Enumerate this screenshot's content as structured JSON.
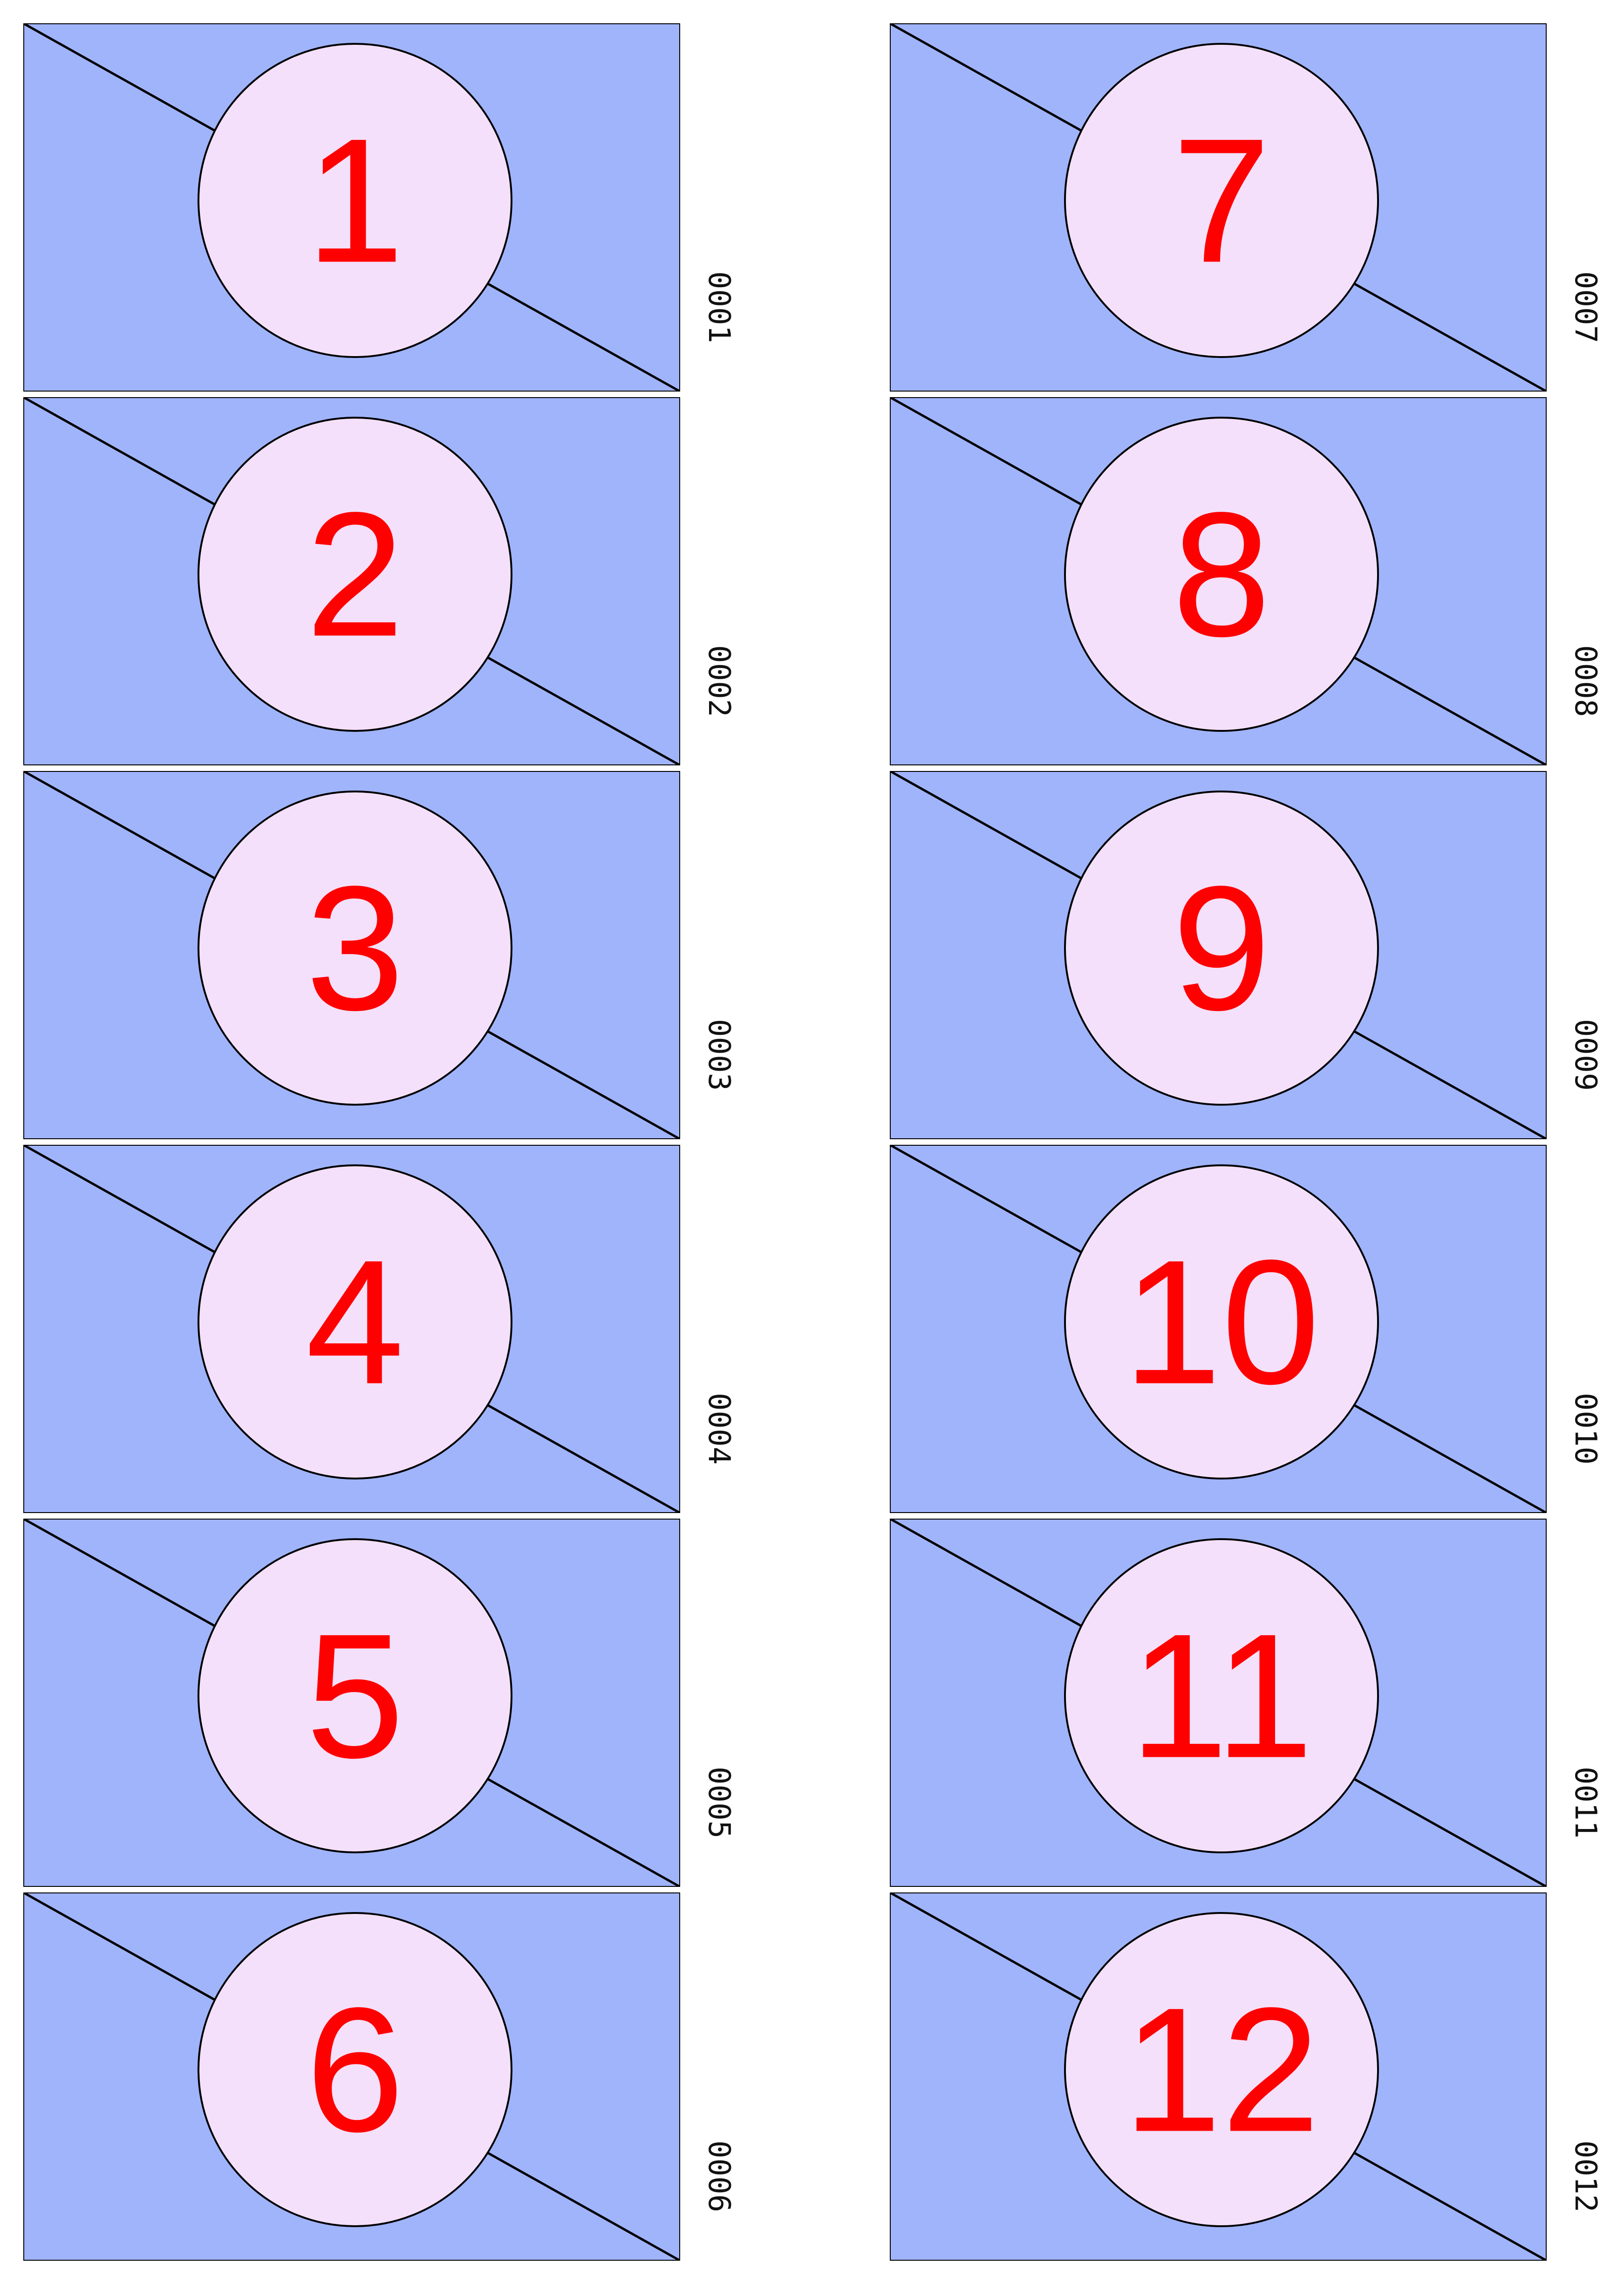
{
  "colors": {
    "card_background": "#a0b4fc",
    "circle_fill": "#f4e0fa",
    "number_color": "#ff0000",
    "outline": "#000000"
  },
  "columns": [
    {
      "cards": [
        {
          "number": "1",
          "serial": "0001"
        },
        {
          "number": "2",
          "serial": "0002"
        },
        {
          "number": "3",
          "serial": "0003"
        },
        {
          "number": "4",
          "serial": "0004"
        },
        {
          "number": "5",
          "serial": "0005"
        },
        {
          "number": "6",
          "serial": "0006"
        }
      ]
    },
    {
      "cards": [
        {
          "number": "7",
          "serial": "0007"
        },
        {
          "number": "8",
          "serial": "0008"
        },
        {
          "number": "9",
          "serial": "0009"
        },
        {
          "number": "10",
          "serial": "0010"
        },
        {
          "number": "11",
          "serial": "0011"
        },
        {
          "number": "12",
          "serial": "0012"
        }
      ]
    }
  ]
}
